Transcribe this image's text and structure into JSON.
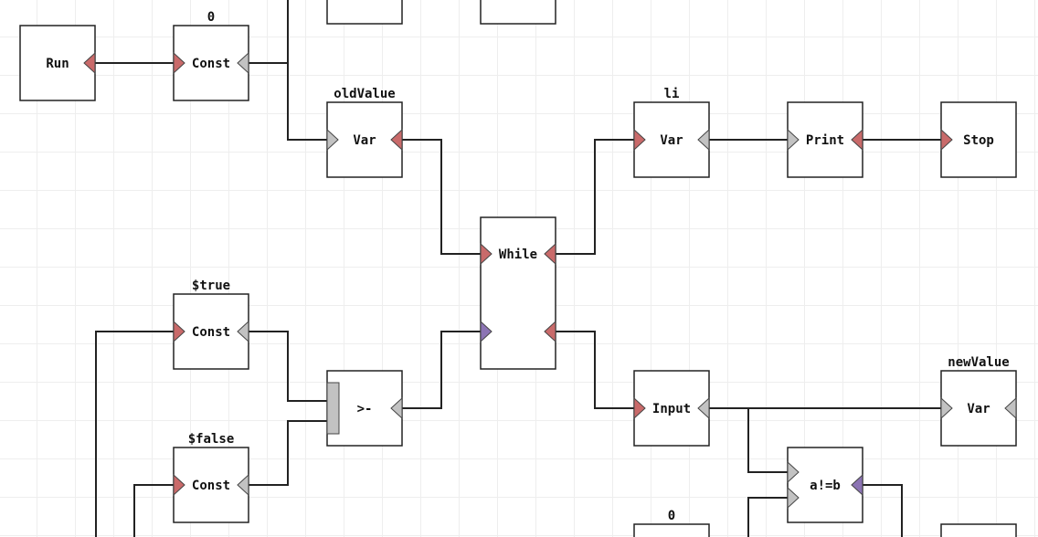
{
  "colors": {
    "flow": "#c96a6a",
    "value": "#c2c2c2",
    "bool": "#8c74b4",
    "wire": "#222222"
  },
  "nodes": {
    "run": {
      "label": "Run",
      "caption": ""
    },
    "const_zero_top": {
      "label": "Const",
      "caption": "0"
    },
    "var_old": {
      "label": "Var",
      "caption": "oldValue"
    },
    "var_li": {
      "label": "Var",
      "caption": "li"
    },
    "print": {
      "label": "Print",
      "caption": ""
    },
    "stop": {
      "label": "Stop",
      "caption": ""
    },
    "while": {
      "label": "While",
      "caption": ""
    },
    "const_true": {
      "label": "Const",
      "caption": "$true"
    },
    "const_false": {
      "label": "Const",
      "caption": "$false"
    },
    "select": {
      "label": ">-",
      "caption": ""
    },
    "input": {
      "label": "Input",
      "caption": ""
    },
    "var_new": {
      "label": "Var",
      "caption": "newValue"
    },
    "not_equal": {
      "label": "a!=b",
      "caption": ""
    },
    "bottom_zero": {
      "label": "",
      "caption": "0"
    }
  }
}
